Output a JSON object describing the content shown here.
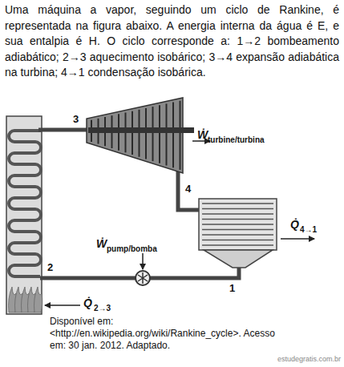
{
  "diagram": {
    "caption": "Disponível em: <http://en.wikipedia.org/wiki/Rankine_cycle>. Acesso em: 30 jan. 2012. Adaptado.",
    "labels": [
      "Uma máquina a vapor, seguindo um ciclo de Rankine, é representada na figura abaixo. A energia interna da água é E, e sua entalpia é H. O ciclo corresponde a: 1→2 bombeamento adiabático; 2→3 aquecimento isobárico; 3→4 expansão adiabática na turbina; 4→1 condensação isobárica.",
      "3",
      "Ẇ",
      "turbine/turbina",
      "4",
      "Q̇",
      "4→1",
      "Ẇ",
      "pump/bomba",
      "2",
      "1",
      "Q̇",
      "2→3",
      "estudegratis.com.br"
    ]
  }
}
